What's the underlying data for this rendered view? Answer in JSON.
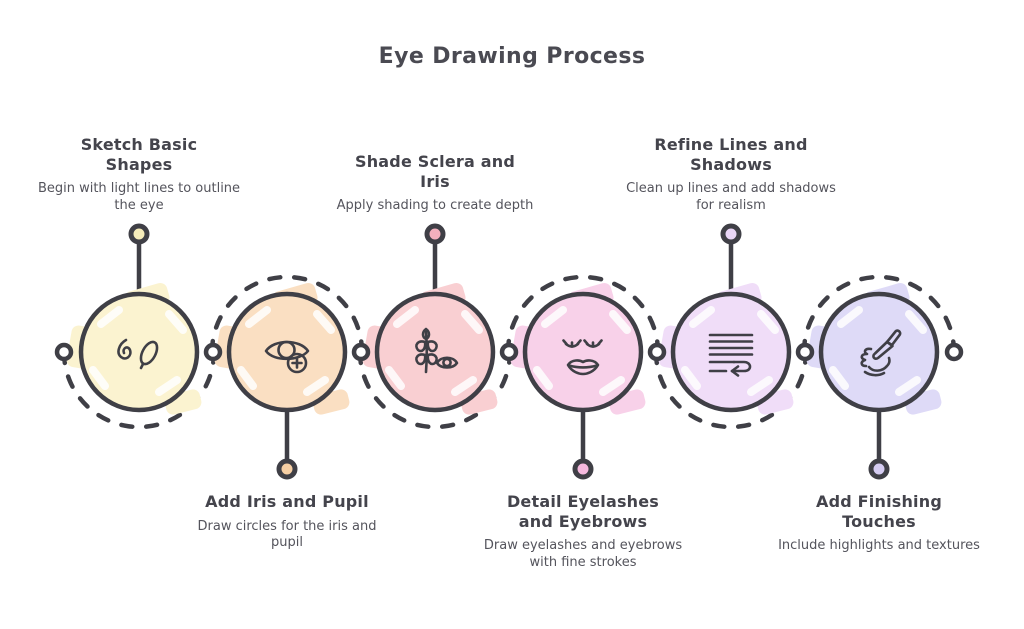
{
  "title": "Eye Drawing Process",
  "colors": {
    "background": "#ffffff",
    "outline_stroke": "#3f3f46",
    "heading_text": "#44444c",
    "body_text": "#54545c"
  },
  "steps": [
    {
      "id": 1,
      "label_position": "top",
      "title": "Sketch Basic Shapes",
      "description": "Begin with light lines to outline the eye",
      "icon": "scribble-icon",
      "colors": {
        "circle": "#fbf3d0",
        "dot": "#f5ecba"
      }
    },
    {
      "id": 2,
      "label_position": "bottom",
      "title": "Add Iris and Pupil",
      "description": "Draw circles for the iris and pupil",
      "icon": "eye-plus-icon",
      "colors": {
        "circle": "#fadfc2",
        "dot": "#f6cfa4"
      }
    },
    {
      "id": 3,
      "label_position": "top",
      "title": "Shade Sclera and Iris",
      "description": "Apply shading to create depth",
      "icon": "wheat-eye-icon",
      "colors": {
        "circle": "#f9cfd2",
        "dot": "#f3b0bd"
      }
    },
    {
      "id": 4,
      "label_position": "bottom",
      "title": "Detail Eyelashes and Eyebrows",
      "description": "Draw eyelashes and eyebrows with fine strokes",
      "icon": "closed-eyes-lips-icon",
      "colors": {
        "circle": "#f8d1e9",
        "dot": "#f6b9df"
      }
    },
    {
      "id": 5,
      "label_position": "top",
      "title": "Refine Lines and Shadows",
      "description": "Clean up lines and add shadows for realism",
      "icon": "lines-return-arrow-icon",
      "colors": {
        "circle": "#f0ddf8",
        "dot": "#e9d5f6"
      }
    },
    {
      "id": 6,
      "label_position": "bottom",
      "title": "Add Finishing Touches",
      "description": "Include highlights and textures",
      "icon": "brush-icon",
      "colors": {
        "circle": "#dedaf7",
        "dot": "#d5ccf2"
      }
    }
  ]
}
